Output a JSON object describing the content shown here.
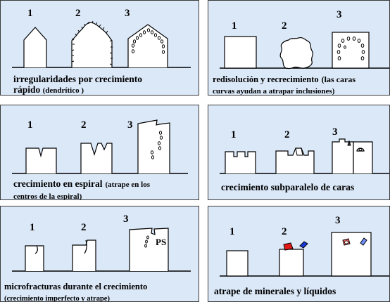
{
  "panels": [
    {
      "numbers": [
        "1",
        "2",
        "3"
      ],
      "caption_main": "irregularidades por crecimiento",
      "caption_main2": "rápido",
      "caption_small": "(dendrítico )"
    },
    {
      "numbers": [
        "1",
        "2",
        "3"
      ],
      "caption_main": "redisolución y recrecimiento",
      "caption_small": "(las caras",
      "caption_small2": "curvas ayudan a atrapar inclusiones)"
    },
    {
      "numbers": [
        "1",
        "2",
        "3"
      ],
      "caption_main": "crecimiento en espiral",
      "caption_small": "(atrape en los",
      "caption_small2": "centros de la espiral)"
    },
    {
      "numbers": [
        "1",
        "2",
        "3"
      ],
      "caption_main": "crecimiento subparalelo de caras"
    },
    {
      "numbers": [
        "1",
        "2",
        "3"
      ],
      "label_ps": "PS",
      "caption_main": "microfracturas durante el crecimiento",
      "caption_small": "(crecimiento imperfecto y atrape)"
    },
    {
      "numbers": [
        "1",
        "2",
        "3"
      ],
      "caption_main": "atrape de minerales y líquidos"
    }
  ],
  "colors": {
    "panel_bg": "#dbe8f8",
    "mineral_red": "#e01818",
    "mineral_blue": "#1838d8"
  }
}
